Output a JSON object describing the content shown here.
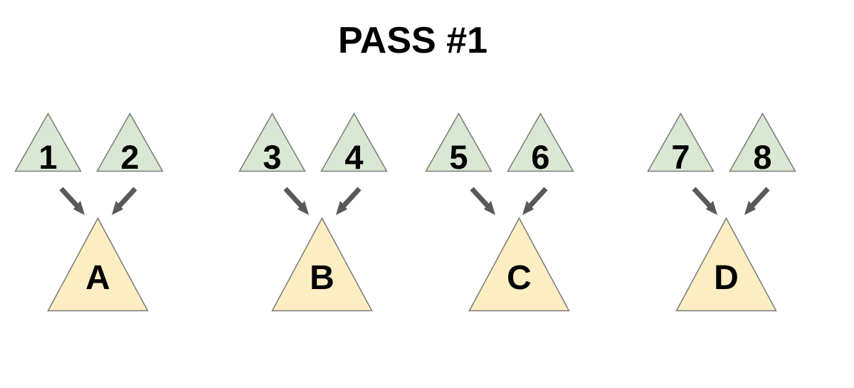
{
  "title": "PASS #1",
  "colors": {
    "background": "#ffffff",
    "source-fill": "#d9e8d3",
    "target-fill": "#fcedc2",
    "shape-stroke": "#7a7a7a",
    "arrow-color": "#595959",
    "text-color": "#000000"
  },
  "groups": [
    {
      "sources": [
        {
          "label": "1"
        },
        {
          "label": "2"
        }
      ],
      "target": {
        "label": "A"
      }
    },
    {
      "sources": [
        {
          "label": "3"
        },
        {
          "label": "4"
        }
      ],
      "target": {
        "label": "B"
      }
    },
    {
      "sources": [
        {
          "label": "5"
        },
        {
          "label": "6"
        }
      ],
      "target": {
        "label": "C"
      }
    },
    {
      "sources": [
        {
          "label": "7"
        },
        {
          "label": "8"
        }
      ],
      "target": {
        "label": "D"
      }
    }
  ]
}
